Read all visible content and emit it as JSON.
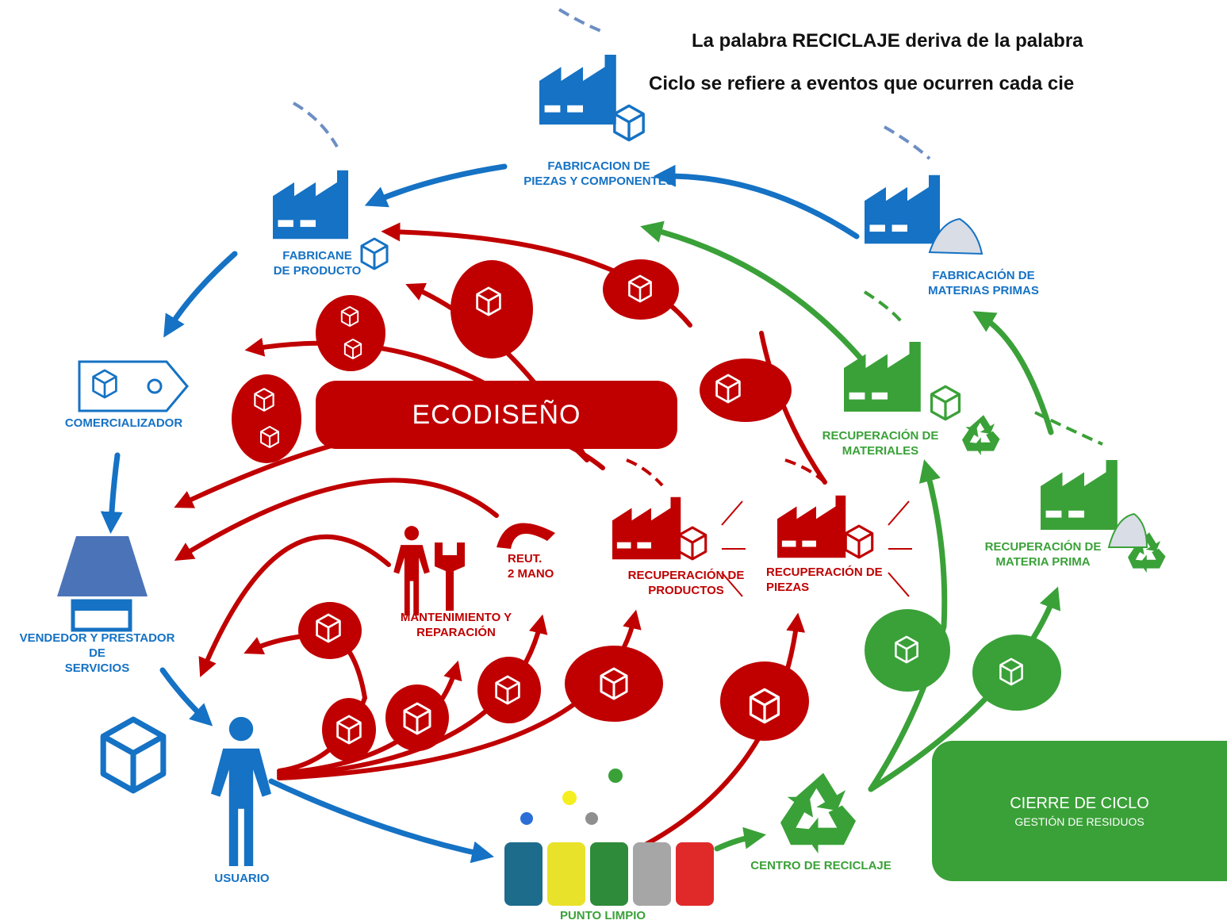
{
  "header": {
    "line1": "La palabra RECICLAJE deriva de la palabra",
    "line2": "Ciclo se refiere a eventos que ocurren cada cie"
  },
  "colors": {
    "blue": "#1572c4",
    "red": "#c00000",
    "green": "#3aa138"
  },
  "nodes": {
    "fabricacion_piezas": "FABRICACION DE\nPIEZAS Y COMPONENTES",
    "fabricante_producto": "FABRICANE\nDE PRODUCTO",
    "fabricacion_materias": "FABRICACIÓN DE\nMATERIAS PRIMAS",
    "comercializador": "COMERCIALIZADOR",
    "vendedor": "VENDEDOR Y PRESTADOR\nDE\nSERVICIOS",
    "usuario": "USUARIO",
    "punto_limpio": "PUNTO LIMPIO",
    "centro_reciclaje": "CENTRO DE RECICLAJE",
    "recuperacion_materiales": "RECUPERACIÓN DE\nMATERIALES",
    "recuperacion_materia_prima": "RECUPERACIÓN DE\nMATERIA PRIMA",
    "recuperacion_productos": "RECUPERACIÓN DE\nPRODUCTOS",
    "recuperacion_piezas": "RECUPERACIÓN DE\nPIEZAS",
    "mantenimiento": "MANTENIMIENTO  Y\nREPARACIÓN",
    "reut": "REUT.\n2 MANO"
  },
  "ecodiseno": "ECODISEÑO",
  "cierre": {
    "title": "CIERRE DE CICLO",
    "subtitle": "GESTIÓN DE RESIDUOS"
  },
  "icons": [
    "factory-icon",
    "cube-icon",
    "price-tag-icon",
    "shop-icon",
    "person-icon",
    "recycle-icon",
    "recycling-bin-icon",
    "wrench-icon"
  ]
}
